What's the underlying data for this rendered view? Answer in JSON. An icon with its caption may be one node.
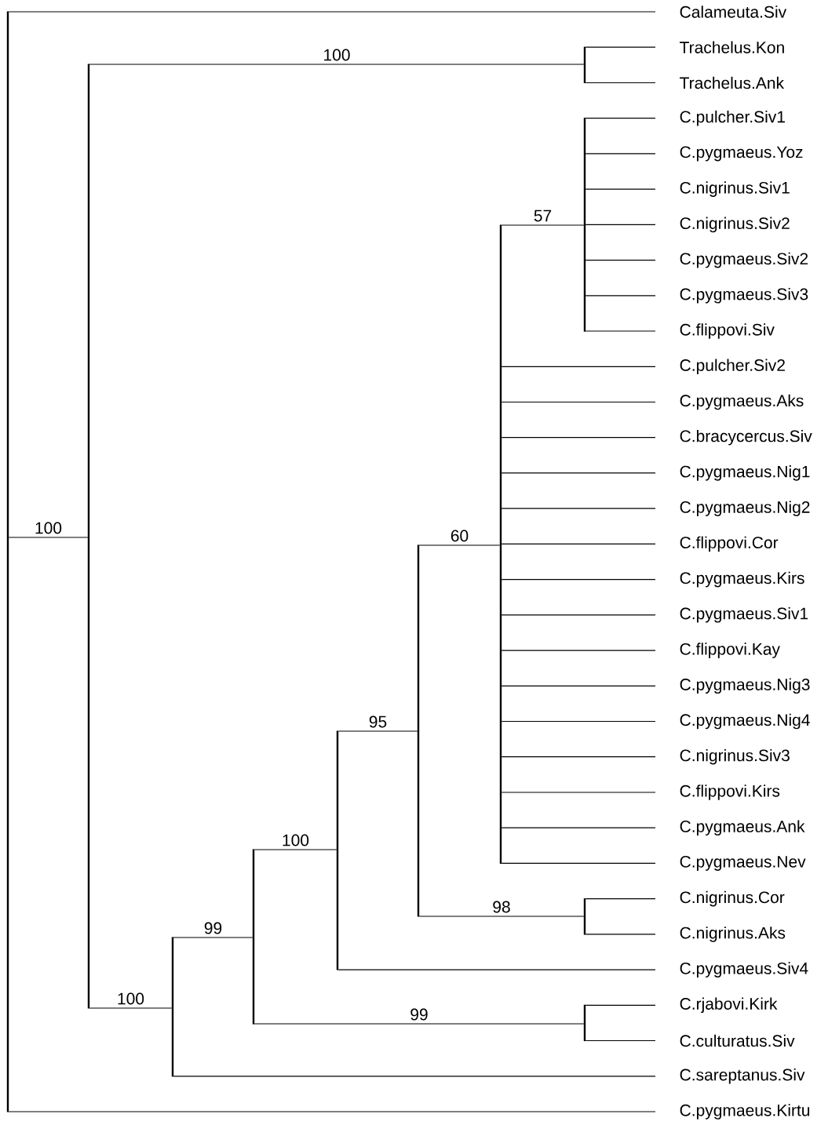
{
  "diagram": {
    "nodes": [
      {
        "text": [
          "Calameuta.Siv"
        ]
      },
      {
        "text": [
          "Trachelus.Kon"
        ]
      },
      {
        "text": [
          "Trachelus.Ank"
        ]
      },
      {
        "text": [
          "C.pulcher.Siv1"
        ]
      },
      {
        "text": [
          "C.pygmaeus.Yoz"
        ]
      },
      {
        "text": [
          "C.nigrinus.Siv1"
        ]
      },
      {
        "text": [
          "C.nigrinus.Siv2"
        ]
      },
      {
        "text": [
          "C.pygmaeus.Siv2"
        ]
      },
      {
        "text": [
          "C.pygmaeus.Siv3"
        ]
      },
      {
        "text": [
          "C.flippovi.Siv"
        ]
      },
      {
        "text": [
          "C.pulcher.Siv2"
        ]
      },
      {
        "text": [
          "C.pygmaeus.Aks"
        ]
      },
      {
        "text": [
          "C.bracycercus.Siv"
        ]
      },
      {
        "text": [
          "C.pygmaeus.Nig1"
        ]
      },
      {
        "text": [
          "C.pygmaeus.Nig2"
        ]
      },
      {
        "text": [
          "C.flippovi.Cor"
        ]
      },
      {
        "text": [
          "C.pygmaeus.Kirs"
        ]
      },
      {
        "text": [
          "C.pygmaeus.Siv1"
        ]
      },
      {
        "text": [
          "C.flippovi.Kay"
        ]
      },
      {
        "text": [
          "C.pygmaeus.Nig3"
        ]
      },
      {
        "text": [
          "C.pygmaeus.Nig4"
        ]
      },
      {
        "text": [
          "C.nigrinus.Siv3"
        ]
      },
      {
        "text": [
          "C.flippovi.Kirs"
        ]
      },
      {
        "text": [
          "C.pygmaeus.Ank"
        ]
      },
      {
        "text": [
          "C.pygmaeus.Nev"
        ]
      },
      {
        "text": [
          "C.nigrinus.Cor"
        ]
      },
      {
        "text": [
          "C.nigrinus.Aks"
        ]
      },
      {
        "text": [
          "C.pygmaeus.Siv4"
        ]
      },
      {
        "text": [
          "C.rjabovi.Kirk"
        ]
      },
      {
        "text": [
          "C.culturatus.Siv"
        ]
      },
      {
        "text": [
          "C.sareptanus.Siv"
        ]
      },
      {
        "text": [
          "C.pygmaeus.Kirtu"
        ]
      },
      {
        "text": [],
        "shape": "bar"
      },
      {
        "text": [],
        "shape": "bar"
      },
      {
        "text": [],
        "shape": "bar"
      },
      {
        "text": [],
        "shape": "bar"
      },
      {
        "text": [],
        "shape": "bar"
      },
      {
        "text": [],
        "shape": "bar"
      },
      {
        "text": [],
        "shape": "bar"
      },
      {
        "text": [],
        "shape": "bar"
      },
      {
        "text": [],
        "shape": "bar"
      },
      {
        "text": [],
        "shape": "bar"
      },
      {
        "text": [],
        "shape": "bar"
      }
    ],
    "edges": [
      {
        "from": 32,
        "to": 0,
        "arrow": "none"
      },
      {
        "from": 32,
        "to": 33,
        "arrow": "none",
        "label": "100"
      },
      {
        "from": 32,
        "to": 31,
        "arrow": "none"
      },
      {
        "from": 33,
        "to": 34,
        "arrow": "none",
        "label": "100"
      },
      {
        "from": 33,
        "to": 35,
        "arrow": "none",
        "label": "100"
      },
      {
        "from": 34,
        "to": 1,
        "arrow": "none"
      },
      {
        "from": 34,
        "to": 2,
        "arrow": "none"
      },
      {
        "from": 35,
        "to": 36,
        "arrow": "none",
        "label": "99"
      },
      {
        "from": 35,
        "to": 30,
        "arrow": "none"
      },
      {
        "from": 36,
        "to": 37,
        "arrow": "none",
        "label": "100"
      },
      {
        "from": 36,
        "to": 42,
        "arrow": "none",
        "label": "99"
      },
      {
        "from": 37,
        "to": 38,
        "arrow": "none",
        "label": "95"
      },
      {
        "from": 37,
        "to": 27,
        "arrow": "none"
      },
      {
        "from": 38,
        "to": 39,
        "arrow": "none",
        "label": "60"
      },
      {
        "from": 38,
        "to": 41,
        "arrow": "none",
        "label": "98"
      },
      {
        "from": 39,
        "to": 40,
        "arrow": "none",
        "label": "57"
      },
      {
        "from": 39,
        "to": 10,
        "arrow": "none"
      },
      {
        "from": 39,
        "to": 11,
        "arrow": "none"
      },
      {
        "from": 39,
        "to": 12,
        "arrow": "none"
      },
      {
        "from": 39,
        "to": 13,
        "arrow": "none"
      },
      {
        "from": 39,
        "to": 14,
        "arrow": "none"
      },
      {
        "from": 39,
        "to": 15,
        "arrow": "none"
      },
      {
        "from": 39,
        "to": 16,
        "arrow": "none"
      },
      {
        "from": 39,
        "to": 17,
        "arrow": "none"
      },
      {
        "from": 39,
        "to": 18,
        "arrow": "none"
      },
      {
        "from": 39,
        "to": 19,
        "arrow": "none"
      },
      {
        "from": 39,
        "to": 20,
        "arrow": "none"
      },
      {
        "from": 39,
        "to": 21,
        "arrow": "none"
      },
      {
        "from": 39,
        "to": 22,
        "arrow": "none"
      },
      {
        "from": 39,
        "to": 23,
        "arrow": "none"
      },
      {
        "from": 39,
        "to": 24,
        "arrow": "none"
      },
      {
        "from": 40,
        "to": 3,
        "arrow": "none"
      },
      {
        "from": 40,
        "to": 4,
        "arrow": "none"
      },
      {
        "from": 40,
        "to": 5,
        "arrow": "none"
      },
      {
        "from": 40,
        "to": 6,
        "arrow": "none"
      },
      {
        "from": 40,
        "to": 7,
        "arrow": "none"
      },
      {
        "from": 40,
        "to": 8,
        "arrow": "none"
      },
      {
        "from": 40,
        "to": 9,
        "arrow": "none"
      },
      {
        "from": 41,
        "to": 25,
        "arrow": "none"
      },
      {
        "from": 41,
        "to": 26,
        "arrow": "none"
      },
      {
        "from": 42,
        "to": 28,
        "arrow": "none"
      },
      {
        "from": 42,
        "to": 29,
        "arrow": "none"
      }
    ]
  }
}
